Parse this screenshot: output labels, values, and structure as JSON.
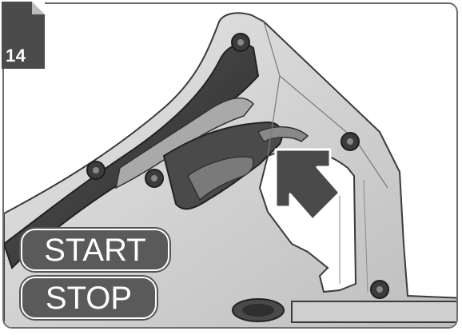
{
  "step": {
    "number": "14"
  },
  "labels": {
    "start": "START",
    "stop": "STOP"
  },
  "icons": {
    "arrow": "arrow-icon",
    "screw": "screw-icon",
    "trigger": "trigger-icon"
  },
  "colors": {
    "frame": "#6e6e6e",
    "badge": "#4b4b4b",
    "pill": "#5a5a5a",
    "grip": "#3a3a3a",
    "body": "#d9d9d9"
  }
}
